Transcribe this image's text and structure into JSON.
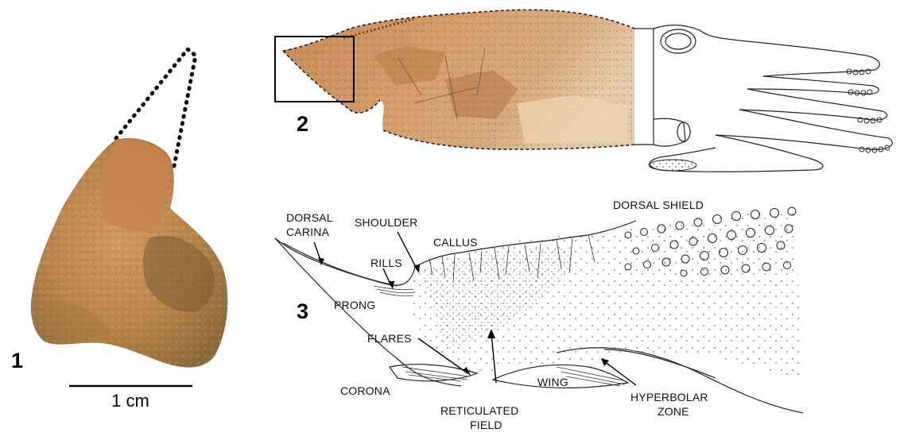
{
  "panels": {
    "p1": "1",
    "p2": "2",
    "p3": "3"
  },
  "scale_bar": {
    "label": "1 cm"
  },
  "annotations": {
    "dorsal_carina_1": "DORSAL",
    "dorsal_carina_2": "CARINA",
    "shoulder": "SHOULDER",
    "callus": "CALLUS",
    "dorsal_shield": "DORSAL SHIELD",
    "rills": "RILLS",
    "prong": "PRONG",
    "flares": "FLARES",
    "corona": "CORONA",
    "wing": "WING",
    "reticulated_field_1": "RETICULATED",
    "reticulated_field_2": "FIELD",
    "hyperbolar_zone_1": "HYPERBOLAR",
    "hyperbolar_zone_2": "ZONE"
  },
  "colors": {
    "fossil_light": "#d9a06a",
    "fossil_mid": "#c1834f",
    "fossil_dark": "#8a5a32",
    "fossil_pale": "#e8cfae",
    "ink": "#222222"
  }
}
